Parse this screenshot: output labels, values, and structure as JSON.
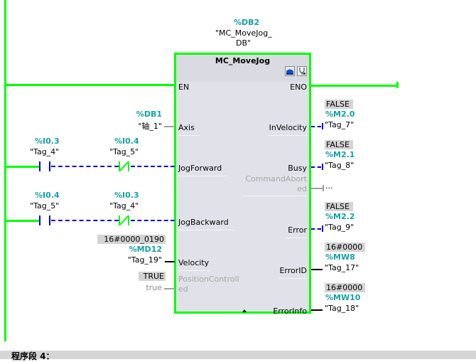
{
  "instance": {
    "address": "%DB2",
    "name_line1": "\"MC_MoveJog_",
    "name_line2": "DB\""
  },
  "block": {
    "title": "MC_MoveJog",
    "icons": [
      "block-icon",
      "diagnostics-stethoscope-icon"
    ],
    "inputs": [
      {
        "pin": "EN"
      },
      {
        "pin": "Axis",
        "address": "%DB1",
        "tag": "\"轴_1\""
      },
      {
        "pin": "JogForward"
      },
      {
        "pin": "JogBackward"
      },
      {
        "pin": "Velocity",
        "value": "16#0000_0190",
        "address": "%MD12",
        "tag": "\"Tag_19\""
      },
      {
        "pin_line1": "PositionControll",
        "pin_line2": "ed",
        "value": "TRUE",
        "tag": "true"
      }
    ],
    "outputs": [
      {
        "pin": "ENO"
      },
      {
        "pin": "InVelocity",
        "value": "FALSE",
        "address": "%M2.0",
        "tag": "\"Tag_7\""
      },
      {
        "pin": "Busy",
        "value": "FALSE",
        "address": "%M2.1",
        "tag": "\"Tag_8\""
      },
      {
        "pin_line1": "CommandAbort",
        "pin_line2": "ed",
        "tag": "..."
      },
      {
        "pin": "Error",
        "value": "FALSE",
        "address": "%M2.2",
        "tag": "\"Tag_9\""
      },
      {
        "pin": "ErrorID",
        "value": "16#0000",
        "address": "%MW8",
        "tag": "\"Tag_17\""
      },
      {
        "pin": "ErrorInfo",
        "value": "16#0000",
        "address": "%MW10",
        "tag": "\"Tag_18\""
      }
    ]
  },
  "contacts": {
    "forward_no": {
      "address": "%I0.3",
      "tag": "\"Tag_4\""
    },
    "forward_nc": {
      "address": "%I0.4",
      "tag": "\"Tag_5\""
    },
    "backward_no": {
      "address": "%I0.4",
      "tag": "\"Tag_5\""
    },
    "backward_nc": {
      "address": "%I0.3",
      "tag": "\"Tag_4\""
    }
  },
  "footer": {
    "network_label": "程序段 4："
  },
  "colors": {
    "power_flow": "#00ff00",
    "no_flow": "#0000e6",
    "address": "#14a0a5"
  }
}
